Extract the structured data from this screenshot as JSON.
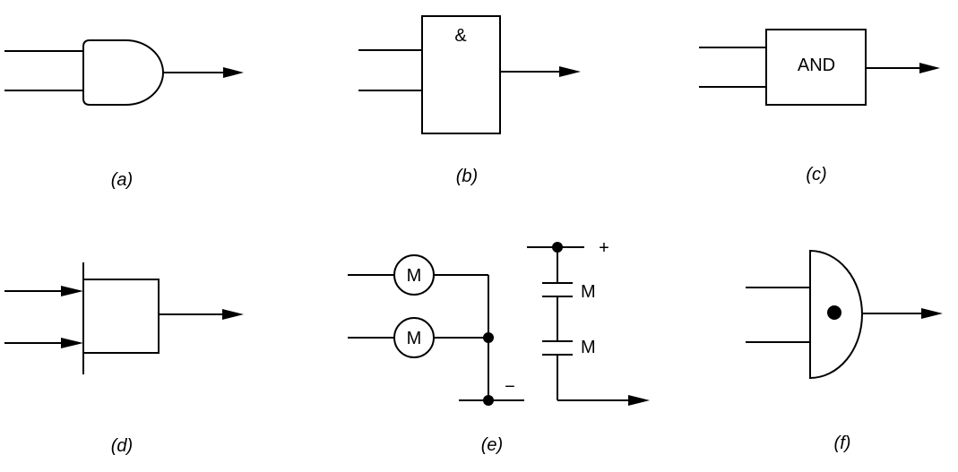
{
  "panels": {
    "a": {
      "caption": "(a)"
    },
    "b": {
      "caption": "(b)",
      "symbol": "&"
    },
    "c": {
      "caption": "(c)",
      "symbol": "AND"
    },
    "d": {
      "caption": "(d)"
    },
    "e": {
      "caption": "(e)",
      "motor_label_1": "M",
      "motor_label_2": "M",
      "minus_label": "−",
      "plus_label": "+",
      "contact_label_1": "M",
      "contact_label_2": "M"
    },
    "f": {
      "caption": "(f)"
    }
  }
}
